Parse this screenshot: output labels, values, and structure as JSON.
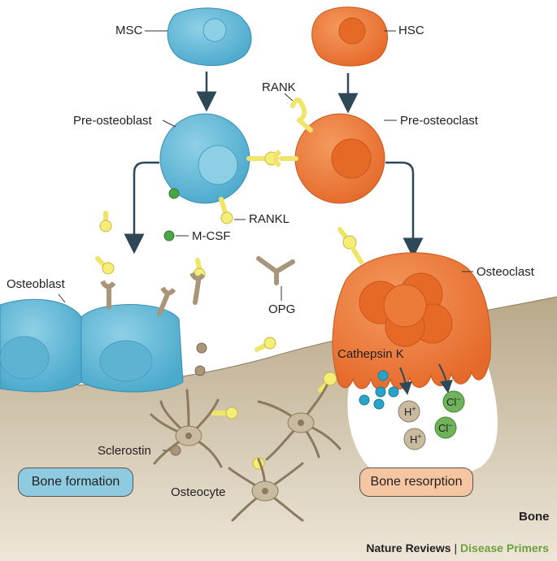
{
  "labels": {
    "msc": "MSC",
    "hsc": "HSC",
    "rank": "RANK",
    "pre_osteoblast": "Pre-osteoblast",
    "pre_osteoclast": "Pre-osteoclast",
    "rankl": "RANKL",
    "m_csf": "M-CSF",
    "osteoblast": "Osteoblast",
    "opg": "OPG",
    "osteoclast": "Osteoclast",
    "cathepsin_k": "Cathepsin K",
    "sclerostin": "Sclerostin",
    "osteocyte": "Osteocyte",
    "bone": "Bone"
  },
  "ions": {
    "h": "H",
    "h_charge": "+",
    "cl": "Cl",
    "cl_charge": "−"
  },
  "processes": {
    "bone_formation": "Bone formation",
    "bone_resorption": "Bone resorption"
  },
  "footer": {
    "journal": "Nature Reviews",
    "separator": "|",
    "series": "Disease Primers"
  },
  "colors": {
    "blue_cell": "#63b9d6",
    "orange_cell": "#ee7a3a",
    "yellow_ligand": "#f4ee77",
    "tan_receptor": "#a8957a",
    "bone": "#cfc2a6",
    "green_mcsf": "#4aa448",
    "cathepsin": "#2aa3c8",
    "footer_green": "#6fa03c"
  }
}
